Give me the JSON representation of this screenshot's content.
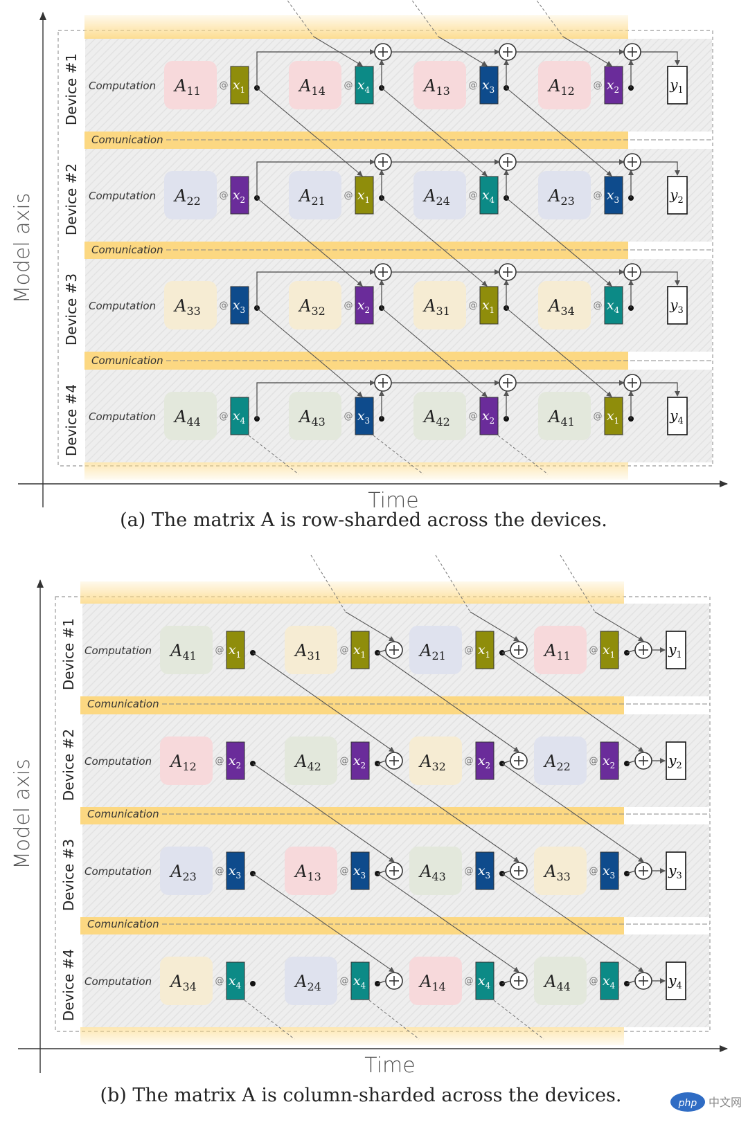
{
  "labels": {
    "computation": "Computation",
    "communication": "Comunication",
    "at": "@",
    "time": "Time",
    "model_axis": "Model axis",
    "devices": [
      "Device #1",
      "Device #2",
      "Device #3",
      "Device #4"
    ]
  },
  "colors": {
    "x1": "#8f8d0b",
    "x2": "#6a2c9a",
    "x3": "#0e4b8c",
    "x4": "#0c8a86",
    "comm_band": "#fcd882",
    "device_band": "#eeeeee",
    "red_tile": "#f7d9db",
    "blue_tile": "#dfe2ee",
    "yellow_tile": "#f6ecd3",
    "green_tile": "#e3e8dc"
  },
  "panels": [
    {
      "id": "a",
      "caption": "(a)  The matrix A is row-sharded across the devices.",
      "rows": [
        {
          "device": "Device #1",
          "tiles": [
            [
              "1",
              "1"
            ],
            [
              "1",
              "4"
            ],
            [
              "1",
              "3"
            ],
            [
              "1",
              "2"
            ]
          ],
          "x": [
            "1",
            "4",
            "3",
            "2"
          ],
          "y": "1"
        },
        {
          "device": "Device #2",
          "tiles": [
            [
              "2",
              "2"
            ],
            [
              "2",
              "1"
            ],
            [
              "2",
              "4"
            ],
            [
              "2",
              "3"
            ]
          ],
          "x": [
            "2",
            "1",
            "4",
            "3"
          ],
          "y": "2"
        },
        {
          "device": "Device #3",
          "tiles": [
            [
              "3",
              "3"
            ],
            [
              "3",
              "2"
            ],
            [
              "3",
              "1"
            ],
            [
              "3",
              "4"
            ]
          ],
          "x": [
            "3",
            "2",
            "1",
            "4"
          ],
          "y": "3"
        },
        {
          "device": "Device #4",
          "tiles": [
            [
              "4",
              "4"
            ],
            [
              "4",
              "3"
            ],
            [
              "4",
              "2"
            ],
            [
              "4",
              "1"
            ]
          ],
          "x": [
            "4",
            "3",
            "2",
            "1"
          ],
          "y": "4"
        }
      ]
    },
    {
      "id": "b",
      "caption": "(b)  The matrix A is column-sharded across the devices.",
      "rows": [
        {
          "device": "Device #1",
          "tiles": [
            [
              "4",
              "1"
            ],
            [
              "3",
              "1"
            ],
            [
              "2",
              "1"
            ],
            [
              "1",
              "1"
            ]
          ],
          "x": [
            "1",
            "1",
            "1",
            "1"
          ],
          "y": "1"
        },
        {
          "device": "Device #2",
          "tiles": [
            [
              "1",
              "2"
            ],
            [
              "4",
              "2"
            ],
            [
              "3",
              "2"
            ],
            [
              "2",
              "2"
            ]
          ],
          "x": [
            "2",
            "2",
            "2",
            "2"
          ],
          "y": "2"
        },
        {
          "device": "Device #3",
          "tiles": [
            [
              "2",
              "3"
            ],
            [
              "1",
              "3"
            ],
            [
              "4",
              "3"
            ],
            [
              "3",
              "3"
            ]
          ],
          "x": [
            "3",
            "3",
            "3",
            "3"
          ],
          "y": "3"
        },
        {
          "device": "Device #4",
          "tiles": [
            [
              "3",
              "4"
            ],
            [
              "2",
              "4"
            ],
            [
              "1",
              "4"
            ],
            [
              "4",
              "4"
            ]
          ],
          "x": [
            "4",
            "4",
            "4",
            "4"
          ],
          "y": "4"
        }
      ]
    }
  ],
  "watermark": "php 中文网"
}
